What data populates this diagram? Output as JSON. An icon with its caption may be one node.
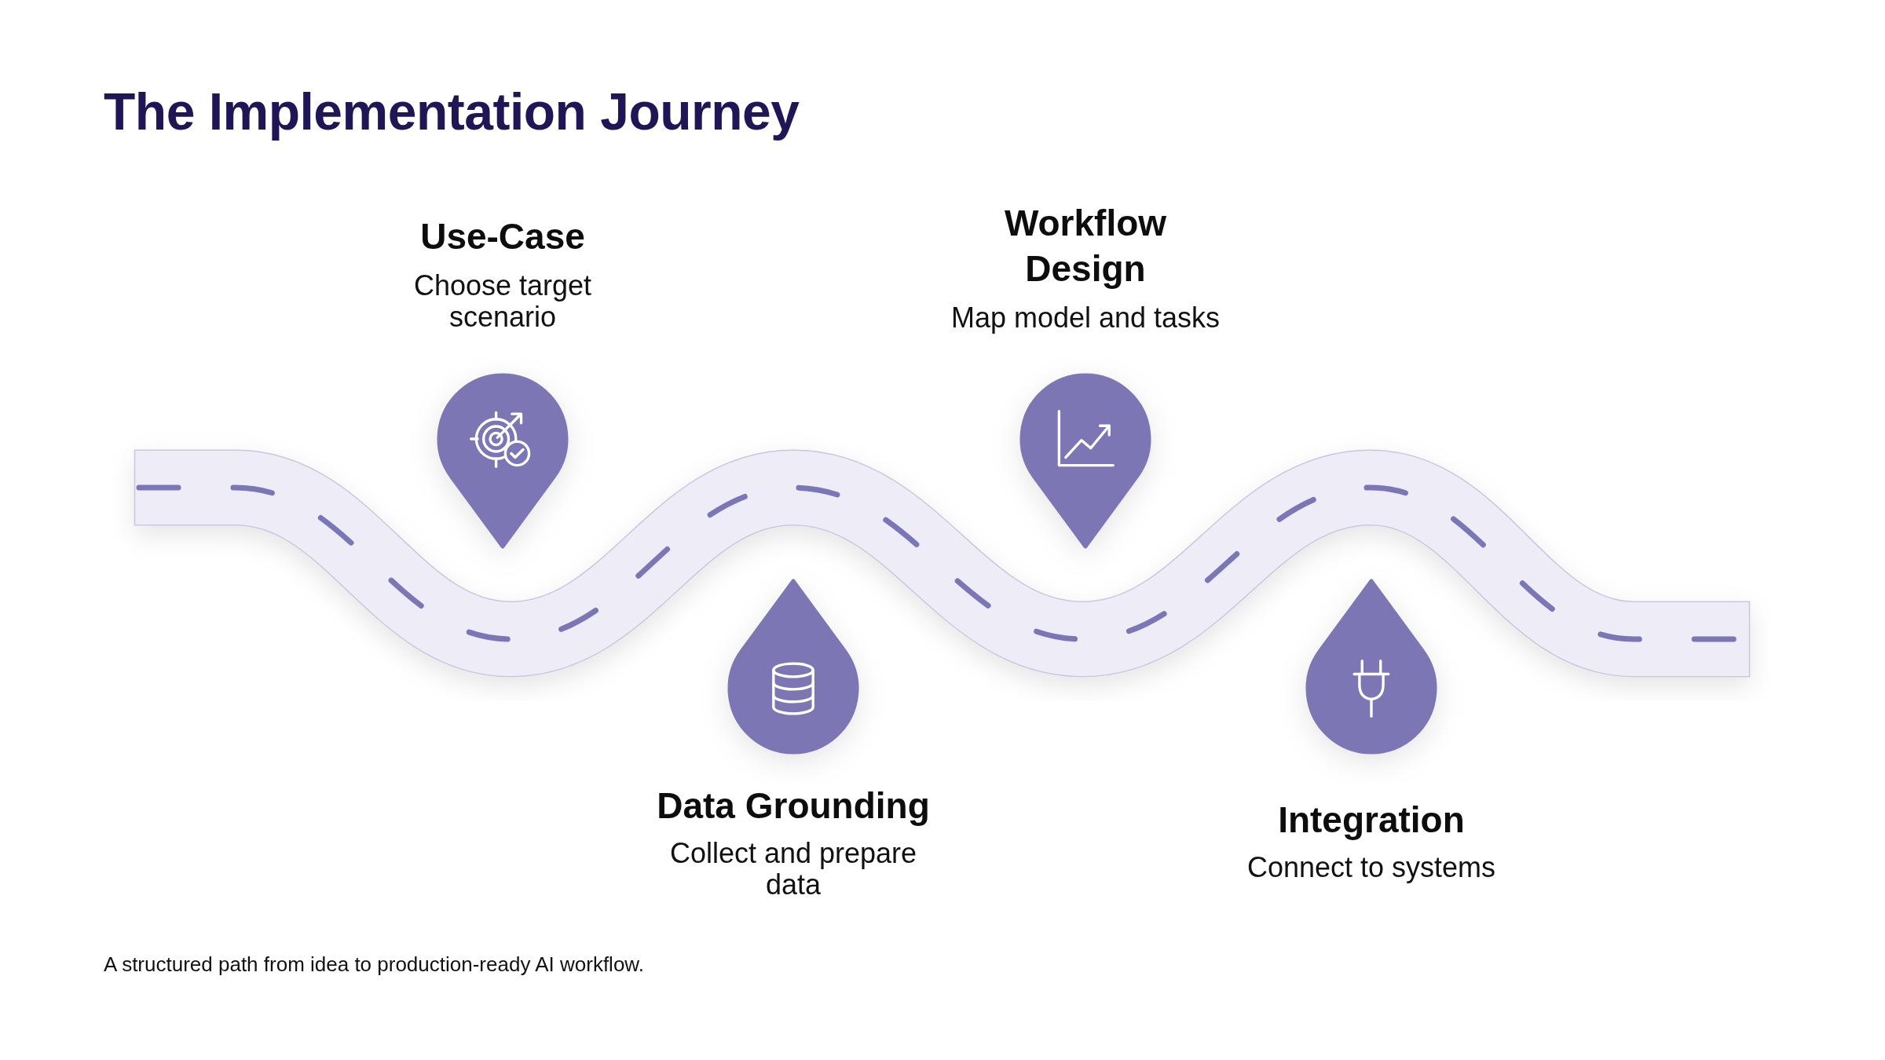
{
  "diagram": {
    "title": "The Implementation Journey",
    "caption": "A structured path from idea to production-ready AI workflow.",
    "nodes": [
      {
        "text": [
          "Use-Case",
          "Choose target scenario"
        ]
      },
      {
        "text": [
          "Data Grounding",
          "Collect and prepare data"
        ]
      },
      {
        "text": [
          "Workflow Design",
          "Map model and tasks"
        ]
      },
      {
        "text": [
          "Integration",
          "Connect to systems"
        ]
      }
    ]
  }
}
